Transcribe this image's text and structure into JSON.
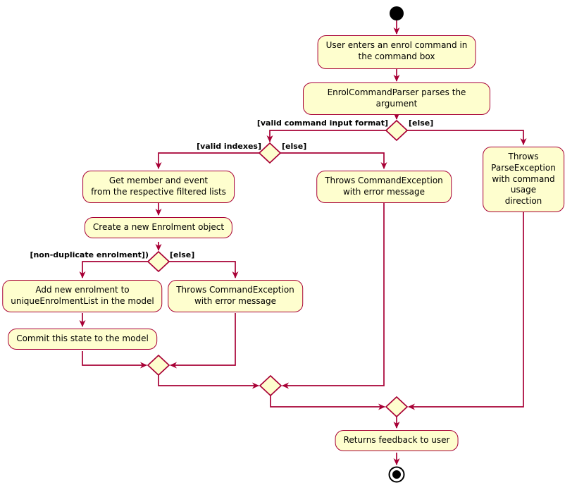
{
  "colors": {
    "background": "#FFFFFF",
    "node_fill": "#FEFECE",
    "node_border": "#A80036",
    "edge": "#A80036",
    "text": "#000000",
    "terminal": "#000000"
  },
  "activities": {
    "user_enters": "User enters an enrol command in\nthe command box",
    "parser": "EnrolCommandParser parses the argument",
    "get_member": "Get member and event\nfrom the respective filtered lists",
    "create_enrolment": "Create a new Enrolment object",
    "add_enrolment": "Add new enrolment to\nuniqueEnrolmentList in the model",
    "commit_state": "Commit this state to the model",
    "throws_command_left": "Throws CommandException\nwith error message",
    "throws_command_mid": "Throws CommandException\nwith error message",
    "throws_parse": "Throws ParseException\nwith command usage\ndirection",
    "returns_feedback": "Returns feedback to user"
  },
  "guards": {
    "valid_format": "[valid command input format]",
    "valid_format_else": "[else]",
    "valid_indexes": "[valid indexes]",
    "valid_indexes_else": "[else]",
    "non_duplicate": "[non-duplicate enrolment])",
    "non_duplicate_else": "[else]"
  }
}
